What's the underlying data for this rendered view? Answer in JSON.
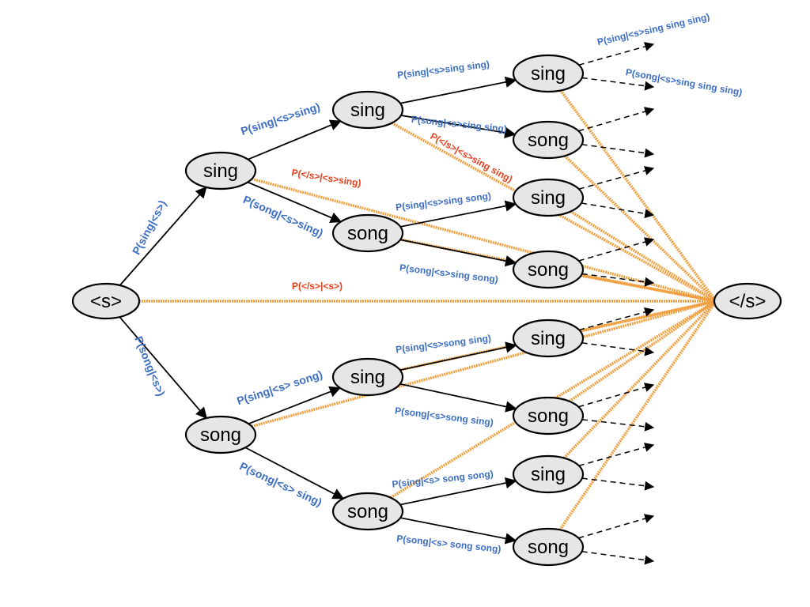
{
  "colors": {
    "node_fill": "#e6e6e6",
    "node_stroke": "#000000",
    "blue_label": "#3c6ec4",
    "red_label": "#e8401c",
    "end_edge": "#f0a040"
  },
  "nodes": [
    {
      "id": "start",
      "label": "<s>"
    },
    {
      "id": "n1a",
      "label": "sing"
    },
    {
      "id": "n1b",
      "label": "song"
    },
    {
      "id": "n2a",
      "label": "sing"
    },
    {
      "id": "n2b",
      "label": "song"
    },
    {
      "id": "n2c",
      "label": "sing"
    },
    {
      "id": "n2d",
      "label": "song"
    },
    {
      "id": "n3a",
      "label": "sing"
    },
    {
      "id": "n3b",
      "label": "song"
    },
    {
      "id": "n3c",
      "label": "sing"
    },
    {
      "id": "n3d",
      "label": "song"
    },
    {
      "id": "n3e",
      "label": "sing"
    },
    {
      "id": "n3f",
      "label": "song"
    },
    {
      "id": "n3g",
      "label": "sing"
    },
    {
      "id": "n3h",
      "label": "song"
    },
    {
      "id": "end",
      "label": "</s>"
    }
  ],
  "edges": [
    {
      "from": "start",
      "to": "n1a",
      "label": "P(sing|<s>)"
    },
    {
      "from": "start",
      "to": "n1b",
      "label": "P(song|<s>)"
    },
    {
      "from": "n1a",
      "to": "n2a",
      "label": "P(sing|<s>sing)"
    },
    {
      "from": "n1a",
      "to": "n2b",
      "label": "P(song|<s>sing)"
    },
    {
      "from": "n1b",
      "to": "n2c",
      "label": "P(sing|<s> song)"
    },
    {
      "from": "n1b",
      "to": "n2d",
      "label": "P(song|<s> sing)"
    },
    {
      "from": "n2a",
      "to": "n3a",
      "label": "P(sing|<s>sing sing)"
    },
    {
      "from": "n2a",
      "to": "n3b",
      "label": "P(song|<s>sing sing)"
    },
    {
      "from": "n2b",
      "to": "n3c",
      "label": "P(sing|<s>sing song)"
    },
    {
      "from": "n2b",
      "to": "n3d",
      "label": "P(song|<s>sing song)"
    },
    {
      "from": "n2c",
      "to": "n3e",
      "label": "P(sing|<s>song sing)"
    },
    {
      "from": "n2c",
      "to": "n3f",
      "label": "P(song|<s>song sing)"
    },
    {
      "from": "n2d",
      "to": "n3g",
      "label": "P(sing|<s> song song)"
    },
    {
      "from": "n2d",
      "to": "n3h",
      "label": "P(song|<s> song song)"
    }
  ],
  "end_edge_labels": [
    {
      "id": "start",
      "label": "P(</s>|<s>)"
    },
    {
      "id": "n1a",
      "label": "P(</s>|<s>sing)"
    },
    {
      "id": "n2a",
      "label": "P(</s>|<s>sing sing)"
    }
  ],
  "continuation_labels": [
    {
      "id": "top1",
      "label": "P(sing|<s>sing sing sing)"
    },
    {
      "id": "top2",
      "label": "P(song|<s>sing sing sing)"
    }
  ]
}
